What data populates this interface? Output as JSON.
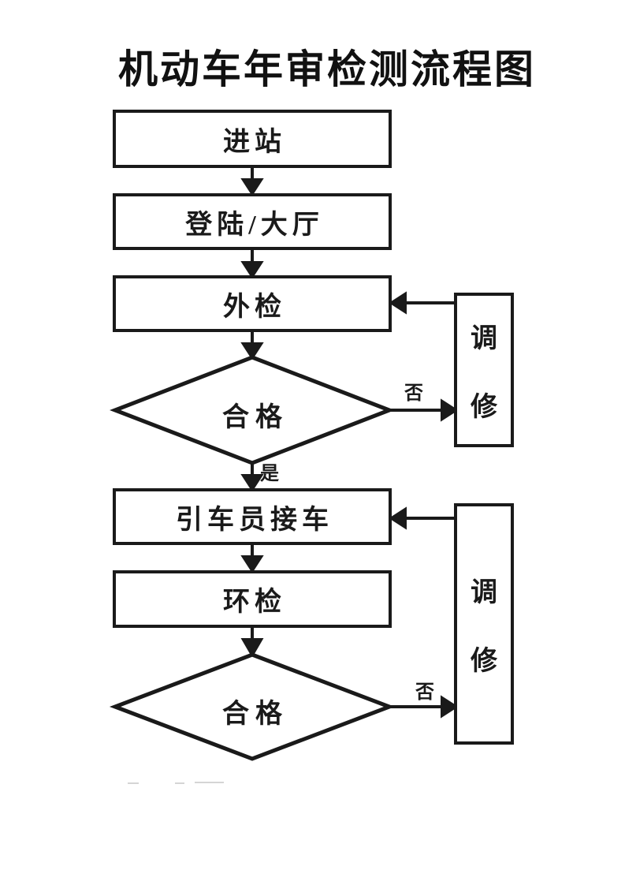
{
  "title": "机动车年审检测流程图",
  "flowchart": {
    "nodes": [
      {
        "id": "enter-station",
        "label": "进站",
        "type": "process"
      },
      {
        "id": "login-hall",
        "label": "登陆/大厅",
        "type": "process"
      },
      {
        "id": "exterior-inspection",
        "label": "外检",
        "type": "process"
      },
      {
        "id": "qualified-check-1",
        "label": "合格",
        "type": "decision"
      },
      {
        "id": "driver-receive-car",
        "label": "引车员接车",
        "type": "process"
      },
      {
        "id": "emission-inspection",
        "label": "环检",
        "type": "process"
      },
      {
        "id": "qualified-check-2",
        "label": "合格",
        "type": "decision"
      },
      {
        "id": "repair-1",
        "label": "调修",
        "char_top": "调",
        "char_bottom": "修",
        "type": "process"
      },
      {
        "id": "repair-2",
        "label": "调修",
        "char_top": "调",
        "char_bottom": "修",
        "type": "process"
      }
    ],
    "edge_labels": {
      "no_1": "否",
      "yes_1": "是",
      "no_2": "否"
    }
  },
  "colors": {
    "ink": "#1a1a1a",
    "background": "#ffffff"
  }
}
